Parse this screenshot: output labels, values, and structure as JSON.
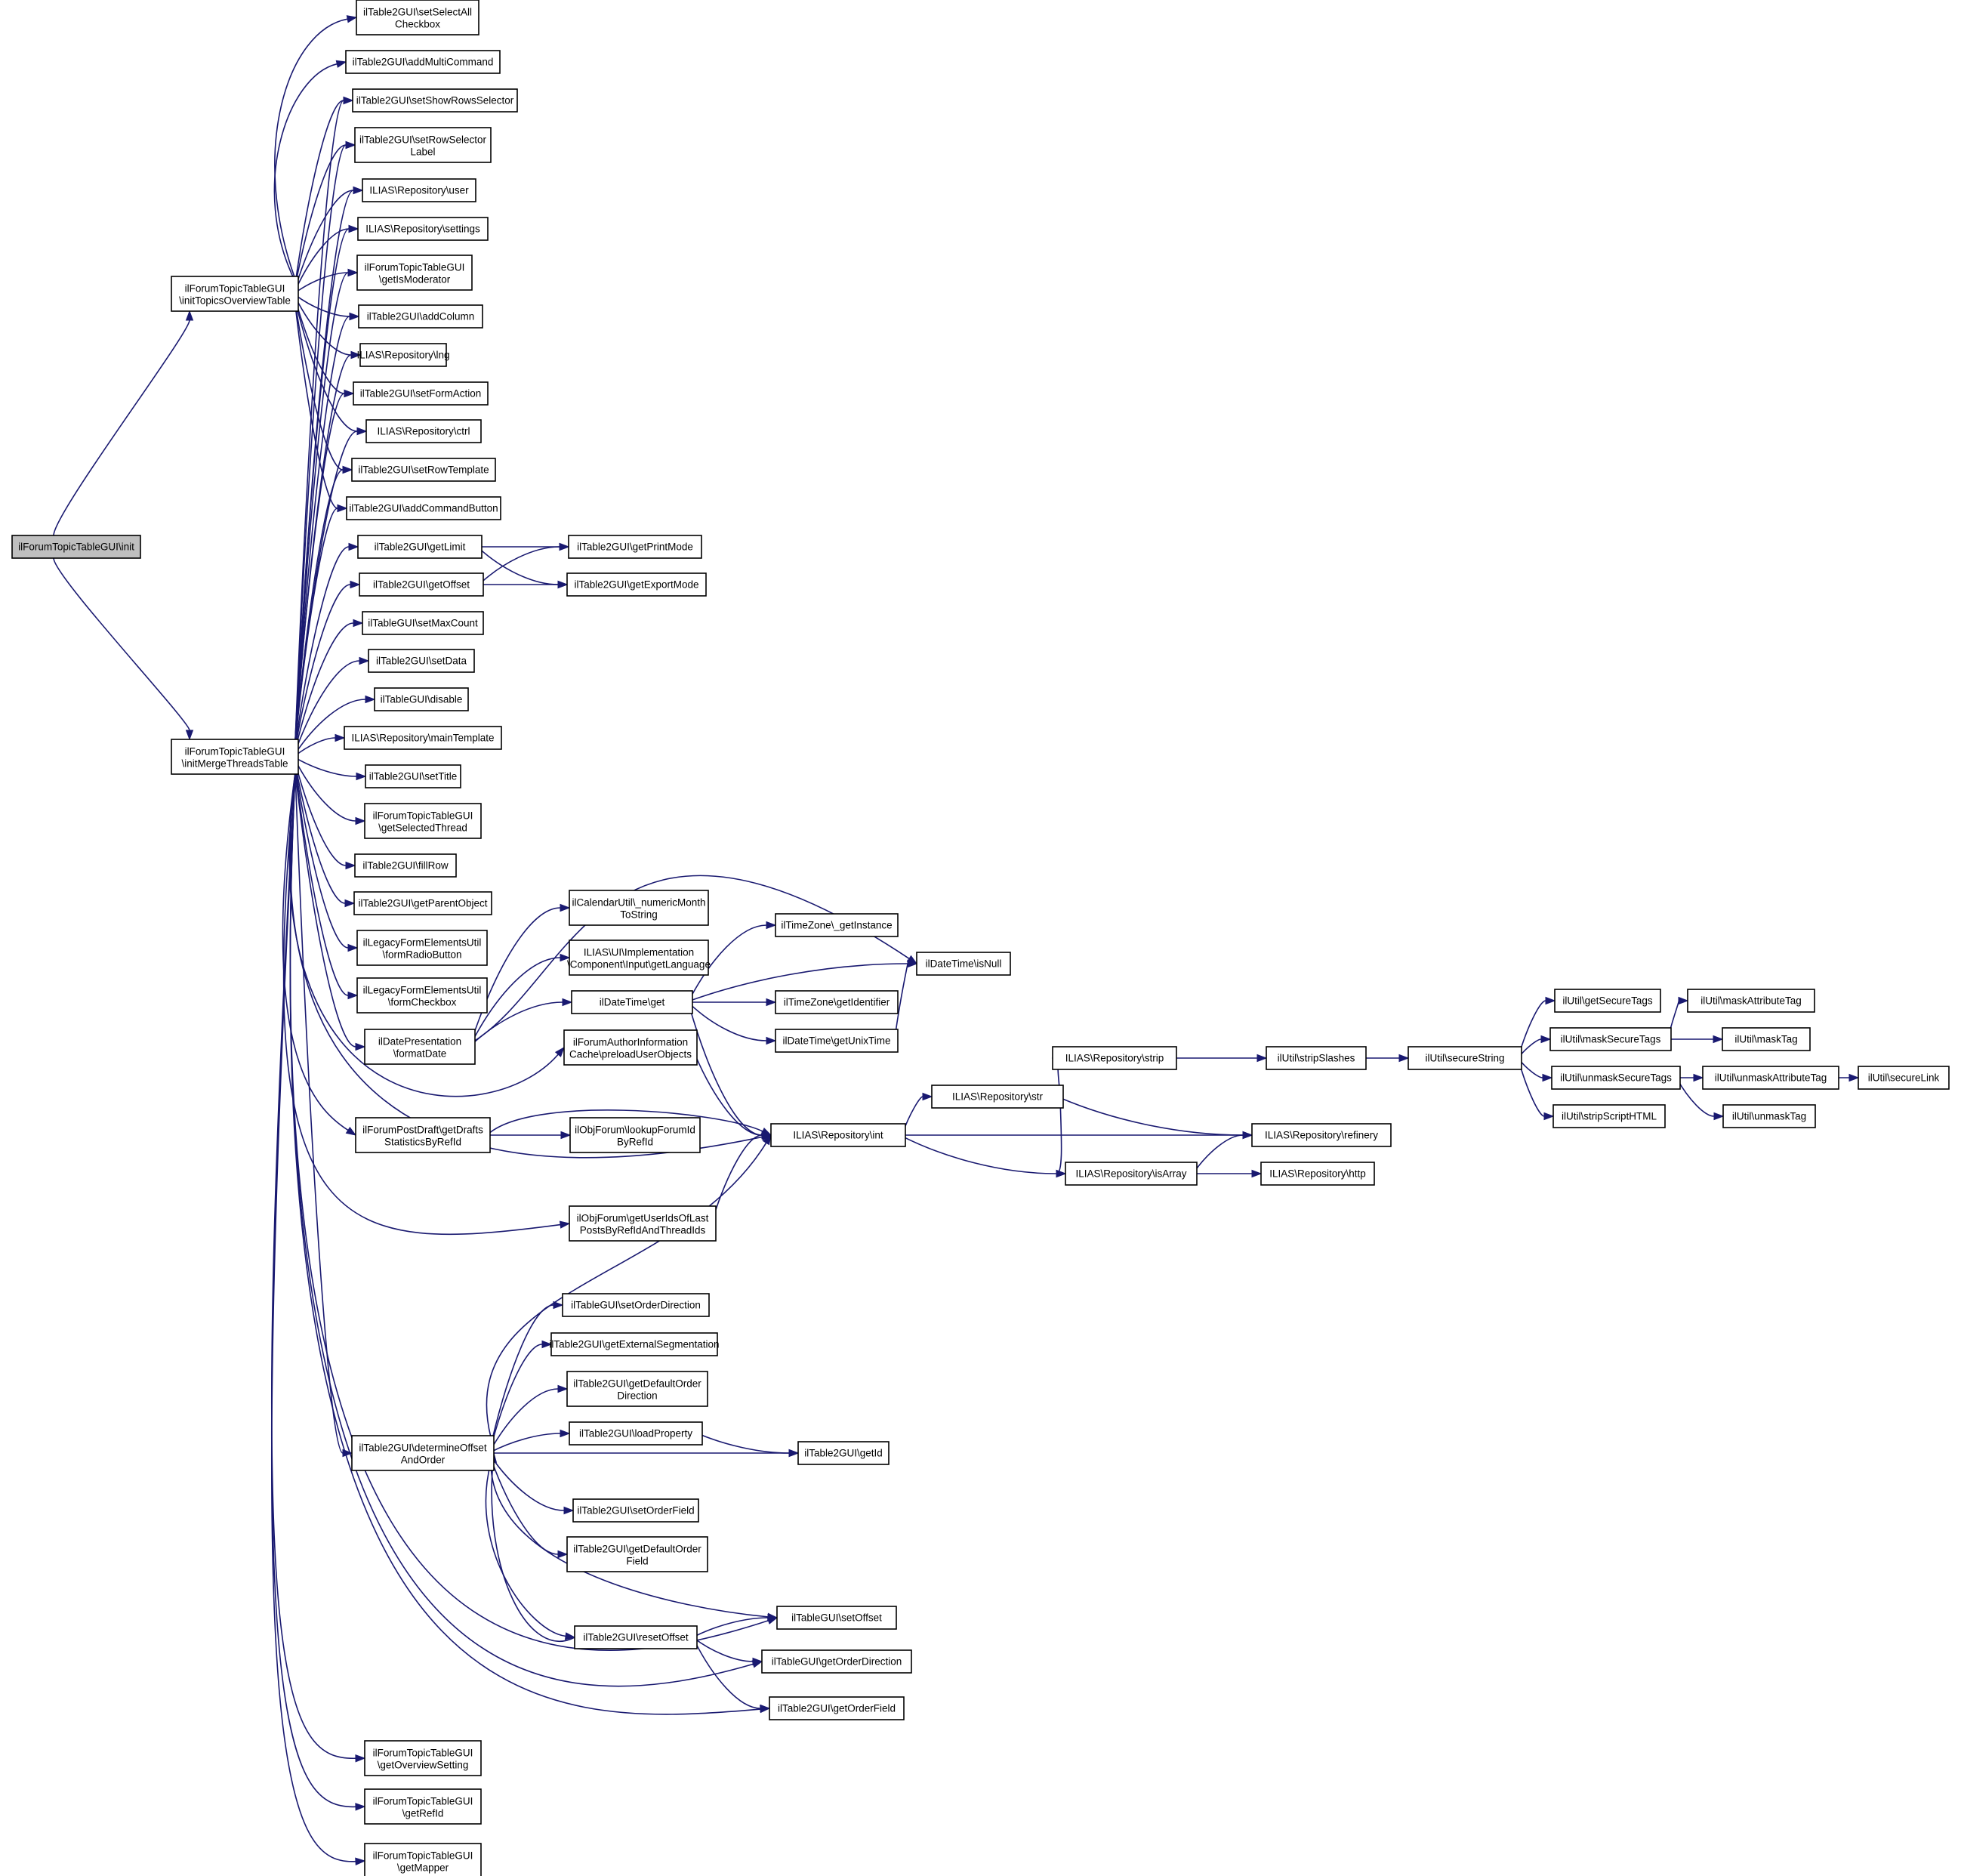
{
  "diagram": {
    "title": "",
    "nodes": [
      {
        "id": "init",
        "label": [
          "ilForumTopicTableGUI\\init"
        ],
        "root": true
      },
      {
        "id": "initTopics",
        "label": [
          "ilForumTopicTableGUI",
          "\\initTopicsOverviewTable"
        ]
      },
      {
        "id": "initMerge",
        "label": [
          "ilForumTopicTableGUI",
          "\\initMergeThreadsTable"
        ]
      },
      {
        "id": "setSelectAll",
        "label": [
          "ilTable2GUI\\setSelectAll",
          "Checkbox"
        ]
      },
      {
        "id": "addMultiCommand",
        "label": [
          "ilTable2GUI\\addMultiCommand"
        ]
      },
      {
        "id": "setShowRowsSelector",
        "label": [
          "ilTable2GUI\\setShowRowsSelector"
        ]
      },
      {
        "id": "setRowSelectorLabel",
        "label": [
          "ilTable2GUI\\setRowSelector",
          "Label"
        ]
      },
      {
        "id": "repoUser",
        "label": [
          "ILIAS\\Repository\\user"
        ]
      },
      {
        "id": "repoSettings",
        "label": [
          "ILIAS\\Repository\\settings"
        ]
      },
      {
        "id": "getIsModerator",
        "label": [
          "ilForumTopicTableGUI",
          "\\getIsModerator"
        ]
      },
      {
        "id": "addColumn",
        "label": [
          "ilTable2GUI\\addColumn"
        ]
      },
      {
        "id": "repoLng",
        "label": [
          "ILIAS\\Repository\\lng"
        ]
      },
      {
        "id": "setFormAction",
        "label": [
          "ilTable2GUI\\setFormAction"
        ]
      },
      {
        "id": "repoCtrl",
        "label": [
          "ILIAS\\Repository\\ctrl"
        ]
      },
      {
        "id": "setRowTemplate",
        "label": [
          "ilTable2GUI\\setRowTemplate"
        ]
      },
      {
        "id": "addCommandButton",
        "label": [
          "ilTable2GUI\\addCommandButton"
        ]
      },
      {
        "id": "getLimit",
        "label": [
          "ilTable2GUI\\getLimit"
        ]
      },
      {
        "id": "getOffset",
        "label": [
          "ilTable2GUI\\getOffset"
        ]
      },
      {
        "id": "getPrintMode",
        "label": [
          "ilTable2GUI\\getPrintMode"
        ]
      },
      {
        "id": "getExportMode",
        "label": [
          "ilTable2GUI\\getExportMode"
        ]
      },
      {
        "id": "setMaxCount",
        "label": [
          "ilTableGUI\\setMaxCount"
        ]
      },
      {
        "id": "setData",
        "label": [
          "ilTable2GUI\\setData"
        ]
      },
      {
        "id": "disable",
        "label": [
          "ilTableGUI\\disable"
        ]
      },
      {
        "id": "mainTemplate",
        "label": [
          "ILIAS\\Repository\\mainTemplate"
        ]
      },
      {
        "id": "setTitle",
        "label": [
          "ilTable2GUI\\setTitle"
        ]
      },
      {
        "id": "getSelectedThread",
        "label": [
          "ilForumTopicTableGUI",
          "\\getSelectedThread"
        ]
      },
      {
        "id": "fillRow",
        "label": [
          "ilTable2GUI\\fillRow"
        ]
      },
      {
        "id": "getParentObject",
        "label": [
          "ilTable2GUI\\getParentObject"
        ]
      },
      {
        "id": "formRadioButton",
        "label": [
          "ilLegacyFormElementsUtil",
          "\\formRadioButton"
        ]
      },
      {
        "id": "formCheckbox",
        "label": [
          "ilLegacyFormElementsUtil",
          "\\formCheckbox"
        ]
      },
      {
        "id": "formatDate",
        "label": [
          "ilDatePresentation",
          "\\formatDate"
        ]
      },
      {
        "id": "numericMonth",
        "label": [
          "ilCalendarUtil\\_numericMonth",
          "ToString"
        ]
      },
      {
        "id": "getLanguage",
        "label": [
          "ILIAS\\UI\\Implementation",
          "\\Component\\Input\\getLanguage"
        ]
      },
      {
        "id": "dtGet",
        "label": [
          "ilDateTime\\get"
        ]
      },
      {
        "id": "tzGetInstance",
        "label": [
          "ilTimeZone\\_getInstance"
        ]
      },
      {
        "id": "dtIsNull",
        "label": [
          "ilDateTime\\isNull"
        ]
      },
      {
        "id": "tzGetIdentifier",
        "label": [
          "ilTimeZone\\getIdentifier"
        ]
      },
      {
        "id": "dtGetUnixTime",
        "label": [
          "ilDateTime\\getUnixTime"
        ]
      },
      {
        "id": "preloadUserObjects",
        "label": [
          "ilForumAuthorInformation",
          "Cache\\preloadUserObjects"
        ]
      },
      {
        "id": "getDraftsStats",
        "label": [
          "ilForumPostDraft\\getDrafts",
          "StatisticsByRefId"
        ]
      },
      {
        "id": "lookupForumId",
        "label": [
          "ilObjForum\\lookupForumId",
          "ByRefId"
        ]
      },
      {
        "id": "repoInt",
        "label": [
          "ILIAS\\Repository\\int"
        ]
      },
      {
        "id": "getUserIds",
        "label": [
          "ilObjForum\\getUserIdsOfLast",
          "PostsByRefIdAndThreadIds"
        ]
      },
      {
        "id": "repoStr",
        "label": [
          "ILIAS\\Repository\\str"
        ]
      },
      {
        "id": "repoStrip",
        "label": [
          "ILIAS\\Repository\\strip"
        ]
      },
      {
        "id": "stripSlashes",
        "label": [
          "ilUtil\\stripSlashes"
        ]
      },
      {
        "id": "secureString",
        "label": [
          "ilUtil\\secureString"
        ]
      },
      {
        "id": "getSecureTags",
        "label": [
          "ilUtil\\getSecureTags"
        ]
      },
      {
        "id": "maskSecureTags",
        "label": [
          "ilUtil\\maskSecureTags"
        ]
      },
      {
        "id": "unmaskSecureTags",
        "label": [
          "ilUtil\\unmaskSecureTags"
        ]
      },
      {
        "id": "stripScriptHTML",
        "label": [
          "ilUtil\\stripScriptHTML"
        ]
      },
      {
        "id": "maskAttributeTag",
        "label": [
          "ilUtil\\maskAttributeTag"
        ]
      },
      {
        "id": "maskTag",
        "label": [
          "ilUtil\\maskTag"
        ]
      },
      {
        "id": "unmaskAttributeTag",
        "label": [
          "ilUtil\\unmaskAttributeTag"
        ]
      },
      {
        "id": "secureLink",
        "label": [
          "ilUtil\\secureLink"
        ]
      },
      {
        "id": "unmaskTag",
        "label": [
          "ilUtil\\unmaskTag"
        ]
      },
      {
        "id": "repoRefinery",
        "label": [
          "ILIAS\\Repository\\refinery"
        ]
      },
      {
        "id": "repoIsArray",
        "label": [
          "ILIAS\\Repository\\isArray"
        ]
      },
      {
        "id": "repoHttp",
        "label": [
          "ILIAS\\Repository\\http"
        ]
      },
      {
        "id": "setOrderDirection",
        "label": [
          "ilTableGUI\\setOrderDirection"
        ]
      },
      {
        "id": "getExternalSegmentation",
        "label": [
          "ilTable2GUI\\getExternalSegmentation"
        ]
      },
      {
        "id": "getDefaultOrderDirection",
        "label": [
          "ilTable2GUI\\getDefaultOrder",
          "Direction"
        ]
      },
      {
        "id": "determineOffset",
        "label": [
          "ilTable2GUI\\determineOffset",
          "AndOrder"
        ]
      },
      {
        "id": "loadProperty",
        "label": [
          "ilTable2GUI\\loadProperty"
        ]
      },
      {
        "id": "getId",
        "label": [
          "ilTable2GUI\\getId"
        ]
      },
      {
        "id": "setOrderField",
        "label": [
          "ilTable2GUI\\setOrderField"
        ]
      },
      {
        "id": "getDefaultOrderField",
        "label": [
          "ilTable2GUI\\getDefaultOrder",
          "Field"
        ]
      },
      {
        "id": "setOffset",
        "label": [
          "ilTableGUI\\setOffset"
        ]
      },
      {
        "id": "resetOffset",
        "label": [
          "ilTable2GUI\\resetOffset"
        ]
      },
      {
        "id": "getOrderDirection",
        "label": [
          "ilTableGUI\\getOrderDirection"
        ]
      },
      {
        "id": "getOrderField",
        "label": [
          "ilTable2GUI\\getOrderField"
        ]
      },
      {
        "id": "getOverviewSetting",
        "label": [
          "ilForumTopicTableGUI",
          "\\getOverviewSetting"
        ]
      },
      {
        "id": "getRefId",
        "label": [
          "ilForumTopicTableGUI",
          "\\getRefId"
        ]
      },
      {
        "id": "getMapper",
        "label": [
          "ilForumTopicTableGUI",
          "\\getMapper"
        ]
      }
    ],
    "edges": [
      [
        "init",
        "initTopics"
      ],
      [
        "init",
        "initMerge"
      ],
      [
        "initTopics",
        "setSelectAll"
      ],
      [
        "initTopics",
        "addMultiCommand"
      ],
      [
        "initTopics",
        "setShowRowsSelector"
      ],
      [
        "initTopics",
        "setRowSelectorLabel"
      ],
      [
        "initTopics",
        "repoUser"
      ],
      [
        "initTopics",
        "repoSettings"
      ],
      [
        "initTopics",
        "getIsModerator"
      ],
      [
        "initTopics",
        "addColumn"
      ],
      [
        "initTopics",
        "repoLng"
      ],
      [
        "initTopics",
        "setFormAction"
      ],
      [
        "initTopics",
        "repoCtrl"
      ],
      [
        "initTopics",
        "setRowTemplate"
      ],
      [
        "initTopics",
        "addCommandButton"
      ],
      [
        "initMerge",
        "setShowRowsSelector"
      ],
      [
        "initMerge",
        "setRowSelectorLabel"
      ],
      [
        "initMerge",
        "repoUser"
      ],
      [
        "initMerge",
        "repoSettings"
      ],
      [
        "initMerge",
        "getIsModerator"
      ],
      [
        "initMerge",
        "addColumn"
      ],
      [
        "initMerge",
        "repoLng"
      ],
      [
        "initMerge",
        "setFormAction"
      ],
      [
        "initMerge",
        "repoCtrl"
      ],
      [
        "initMerge",
        "setRowTemplate"
      ],
      [
        "initMerge",
        "addCommandButton"
      ],
      [
        "initMerge",
        "getLimit"
      ],
      [
        "initMerge",
        "getOffset"
      ],
      [
        "initMerge",
        "setMaxCount"
      ],
      [
        "initMerge",
        "setData"
      ],
      [
        "initMerge",
        "disable"
      ],
      [
        "initMerge",
        "mainTemplate"
      ],
      [
        "initMerge",
        "setTitle"
      ],
      [
        "initMerge",
        "getSelectedThread"
      ],
      [
        "initMerge",
        "fillRow"
      ],
      [
        "initMerge",
        "getParentObject"
      ],
      [
        "initMerge",
        "formRadioButton"
      ],
      [
        "initMerge",
        "formCheckbox"
      ],
      [
        "initMerge",
        "formatDate"
      ],
      [
        "initMerge",
        "preloadUserObjects"
      ],
      [
        "initMerge",
        "getDraftsStats"
      ],
      [
        "initMerge",
        "repoInt"
      ],
      [
        "initMerge",
        "getUserIds"
      ],
      [
        "initMerge",
        "determineOffset"
      ],
      [
        "initMerge",
        "setOffset"
      ],
      [
        "initMerge",
        "getOrderDirection"
      ],
      [
        "initMerge",
        "getOrderField"
      ],
      [
        "initMerge",
        "getOverviewSetting"
      ],
      [
        "initMerge",
        "getRefId"
      ],
      [
        "initMerge",
        "getMapper"
      ],
      [
        "getLimit",
        "getPrintMode"
      ],
      [
        "getLimit",
        "getExportMode"
      ],
      [
        "getOffset",
        "getPrintMode"
      ],
      [
        "getOffset",
        "getExportMode"
      ],
      [
        "formatDate",
        "dtIsNull"
      ],
      [
        "formatDate",
        "numericMonth"
      ],
      [
        "formatDate",
        "getLanguage"
      ],
      [
        "formatDate",
        "dtGet"
      ],
      [
        "dtGet",
        "tzGetInstance"
      ],
      [
        "dtGet",
        "dtIsNull"
      ],
      [
        "dtGet",
        "tzGetIdentifier"
      ],
      [
        "dtGet",
        "dtGetUnixTime"
      ],
      [
        "dtGet",
        "repoInt"
      ],
      [
        "dtGetUnixTime",
        "dtIsNull"
      ],
      [
        "preloadUserObjects",
        "repoInt"
      ],
      [
        "getDraftsStats",
        "repoInt"
      ],
      [
        "getDraftsStats",
        "lookupForumId"
      ],
      [
        "getUserIds",
        "repoInt"
      ],
      [
        "repoInt",
        "repoStr"
      ],
      [
        "repoInt",
        "repoRefinery"
      ],
      [
        "repoInt",
        "repoIsArray"
      ],
      [
        "repoStr",
        "repoStrip"
      ],
      [
        "repoStr",
        "repoRefinery"
      ],
      [
        "repoStr",
        "repoIsArray"
      ],
      [
        "repoStrip",
        "stripSlashes"
      ],
      [
        "stripSlashes",
        "secureString"
      ],
      [
        "secureString",
        "getSecureTags"
      ],
      [
        "secureString",
        "maskSecureTags"
      ],
      [
        "secureString",
        "unmaskSecureTags"
      ],
      [
        "secureString",
        "stripScriptHTML"
      ],
      [
        "maskSecureTags",
        "maskAttributeTag"
      ],
      [
        "maskSecureTags",
        "maskTag"
      ],
      [
        "unmaskSecureTags",
        "unmaskAttributeTag"
      ],
      [
        "unmaskSecureTags",
        "unmaskTag"
      ],
      [
        "unmaskAttributeTag",
        "secureLink"
      ],
      [
        "repoIsArray",
        "repoRefinery"
      ],
      [
        "repoIsArray",
        "repoHttp"
      ],
      [
        "determineOffset",
        "repoInt"
      ],
      [
        "determineOffset",
        "setOrderDirection"
      ],
      [
        "determineOffset",
        "getExternalSegmentation"
      ],
      [
        "determineOffset",
        "getDefaultOrderDirection"
      ],
      [
        "determineOffset",
        "loadProperty"
      ],
      [
        "determineOffset",
        "getId"
      ],
      [
        "determineOffset",
        "setOrderField"
      ],
      [
        "determineOffset",
        "getDefaultOrderField"
      ],
      [
        "determineOffset",
        "setOffset"
      ],
      [
        "determineOffset",
        "resetOffset"
      ],
      [
        "loadProperty",
        "getId"
      ],
      [
        "resetOffset",
        "determineOffset"
      ],
      [
        "resetOffset",
        "setOffset"
      ],
      [
        "resetOffset",
        "getOrderDirection"
      ],
      [
        "resetOffset",
        "getOrderField"
      ]
    ]
  }
}
